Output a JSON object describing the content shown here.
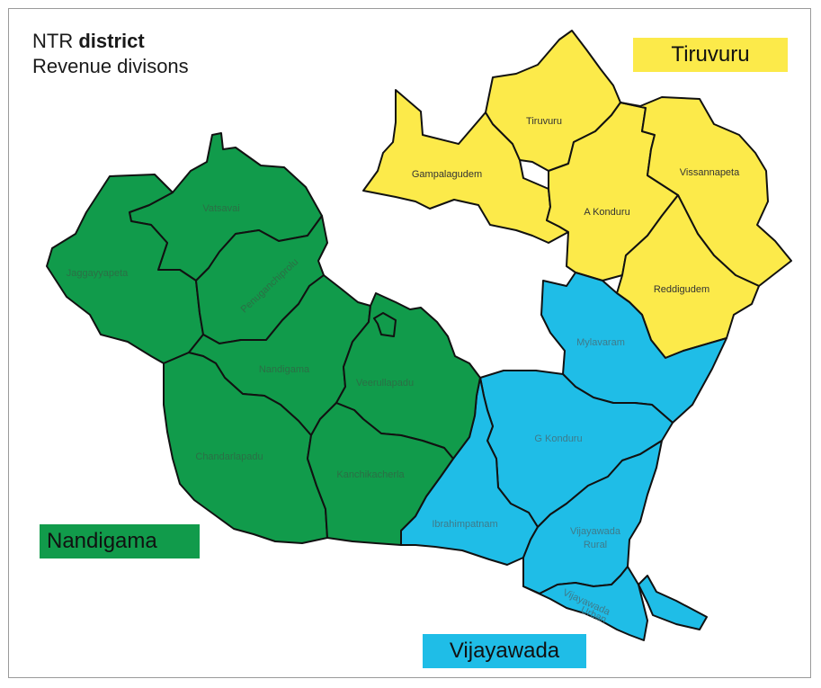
{
  "title": {
    "line1_prefix": "NTR ",
    "line1_bold": "district",
    "line2": "Revenue divisons"
  },
  "colors": {
    "tiruvuru": "#fcea4a",
    "nandigama": "#119b4b",
    "vijayawada": "#1fbde7",
    "border": "#111111"
  },
  "divisions": {
    "tiruvuru": {
      "label": "Tiruvuru"
    },
    "nandigama": {
      "label": "Nandigama"
    },
    "vijayawada": {
      "label": "Vijayawada"
    }
  },
  "mandals": {
    "tiruvuru": {
      "name": "Tiruvuru",
      "division": "Tiruvuru"
    },
    "gampalagudem": {
      "name": "Gampalagudem",
      "division": "Tiruvuru"
    },
    "a_konduru": {
      "name": "A Konduru",
      "division": "Tiruvuru"
    },
    "vissannapeta": {
      "name": "Vissannapeta",
      "division": "Tiruvuru"
    },
    "reddigudem": {
      "name": "Reddigudem",
      "division": "Tiruvuru"
    },
    "vatsavai": {
      "name": "Vatsavai",
      "division": "Nandigama"
    },
    "jaggayyapeta": {
      "name": "Jaggayyapeta",
      "division": "Nandigama"
    },
    "penuganchiprolu": {
      "name": "Penuganchiprolu",
      "division": "Nandigama"
    },
    "nandigama": {
      "name": "Nandigama",
      "division": "Nandigama"
    },
    "veerullapadu": {
      "name": "Veerullapadu",
      "division": "Nandigama"
    },
    "chandarlapadu": {
      "name": "Chandarlapadu",
      "division": "Nandigama"
    },
    "kanchikacherla": {
      "name": "Kanchikacherla",
      "division": "Nandigama"
    },
    "mylavaram": {
      "name": "Mylavaram",
      "division": "Vijayawada"
    },
    "g_konduru": {
      "name": "G Konduru",
      "division": "Vijayawada"
    },
    "ibrahimpatnam": {
      "name": "Ibrahimpatnam",
      "division": "Vijayawada"
    },
    "vijayawada_rural": {
      "name_line1": "Vijayawada",
      "name_line2": "Rural",
      "division": "Vijayawada"
    },
    "vijayawada_urban": {
      "name_line1": "Vijayawada",
      "name_line2": "Urban",
      "division": "Vijayawada"
    }
  }
}
